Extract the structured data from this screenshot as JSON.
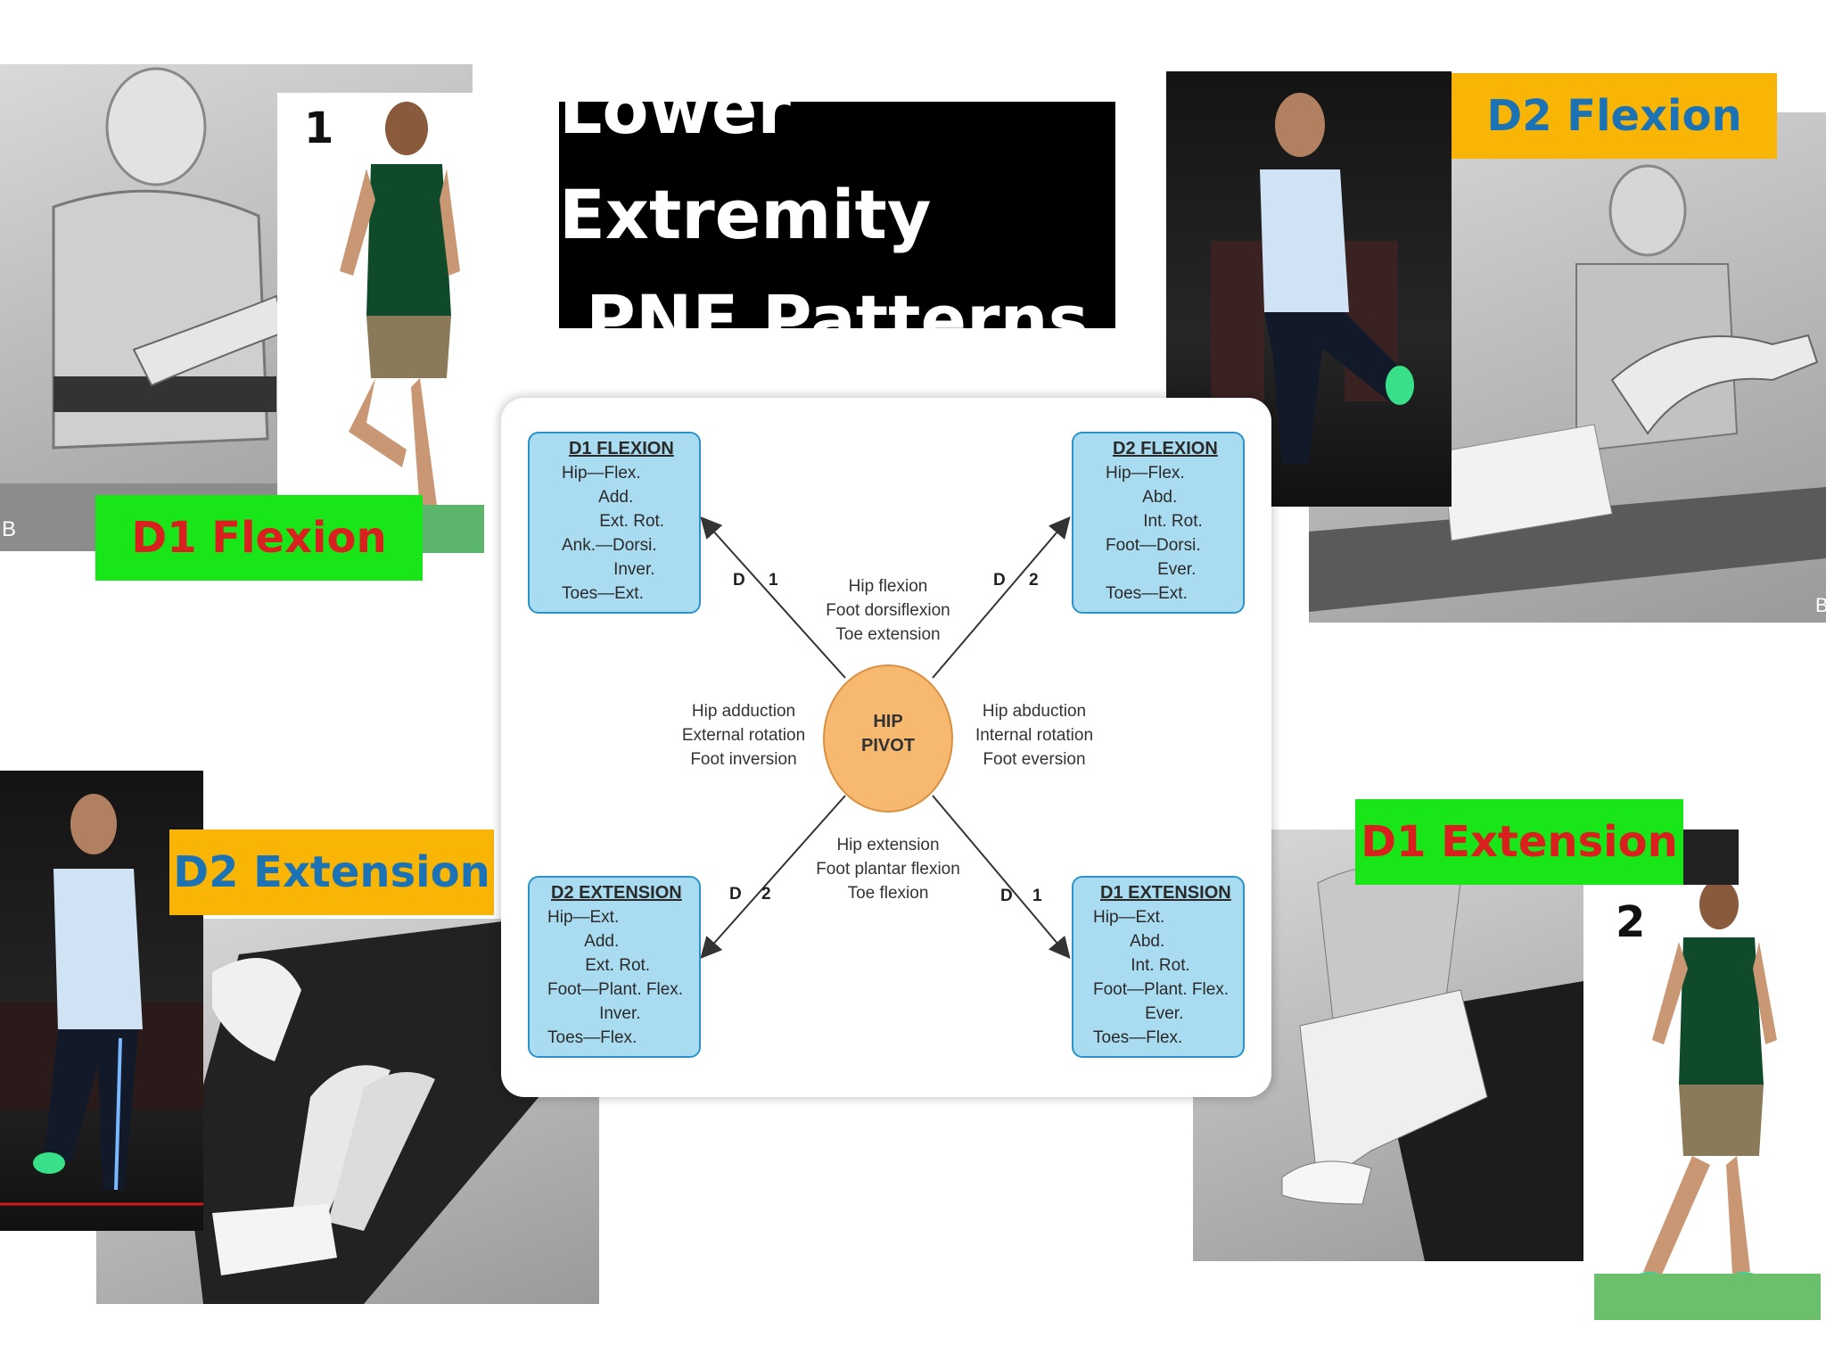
{
  "title": {
    "line1": "Lower Extremity",
    "line2": "PNF Patterns"
  },
  "labels": {
    "d1_flexion": "D1 Flexion",
    "d2_flexion": "D2 Flexion",
    "d2_extension": "D2 Extension",
    "d1_extension": "D1 Extension"
  },
  "photo_marks": {
    "b_left": "B",
    "num_1": "1",
    "num_2": "2",
    "b_right": "B"
  },
  "colors": {
    "green_label": "#19e619",
    "red_text": "#d9201f",
    "orange_label": "#f9b505",
    "blue_text": "#1b73b6",
    "pattern_box": "#a9dcf0",
    "pivot": "#f7b86f"
  },
  "diagram": {
    "pivot": {
      "line1": "HIP",
      "line2": "PIVOT"
    },
    "boxes": {
      "d1_flexion": {
        "heading": "D1 FLEXION",
        "lines": [
          "Hip—Flex.",
          "        Add.",
          "        Ext. Rot.",
          "Ank.—Dorsi.",
          "           Inver.",
          "Toes—Ext."
        ]
      },
      "d2_flexion": {
        "heading": "D2 FLEXION",
        "lines": [
          "Hip—Flex.",
          "        Abd.",
          "        Int. Rot.",
          "Foot—Dorsi.",
          "           Ever.",
          "Toes—Ext."
        ]
      },
      "d2_extension": {
        "heading": "D2 EXTENSION",
        "lines": [
          "Hip—Ext.",
          "        Add.",
          "        Ext. Rot.",
          "Foot—Plant. Flex.",
          "           Inver.",
          "Toes—Flex."
        ]
      },
      "d1_extension": {
        "heading": "D1 EXTENSION",
        "lines": [
          "Hip—Ext.",
          "        Abd.",
          "        Int. Rot.",
          "Foot—Plant. Flex.",
          "           Ever.",
          "Toes—Flex."
        ]
      }
    },
    "center_top": [
      "Hip flexion",
      "Foot dorsiflexion",
      "Toe extension"
    ],
    "center_bottom": [
      "Hip extension",
      "Foot plantar flexion",
      "Toe flexion"
    ],
    "left_middle": [
      "Hip adduction",
      "External rotation",
      "Foot inversion"
    ],
    "right_middle": [
      "Hip abduction",
      "Internal rotation",
      "Foot eversion"
    ],
    "diag_labels": {
      "upper_left": {
        "d": "D",
        "n": "1"
      },
      "upper_right": {
        "d": "D",
        "n": "2"
      },
      "lower_left": {
        "d": "D",
        "n": "2"
      },
      "lower_right": {
        "d": "D",
        "n": "1"
      }
    }
  }
}
